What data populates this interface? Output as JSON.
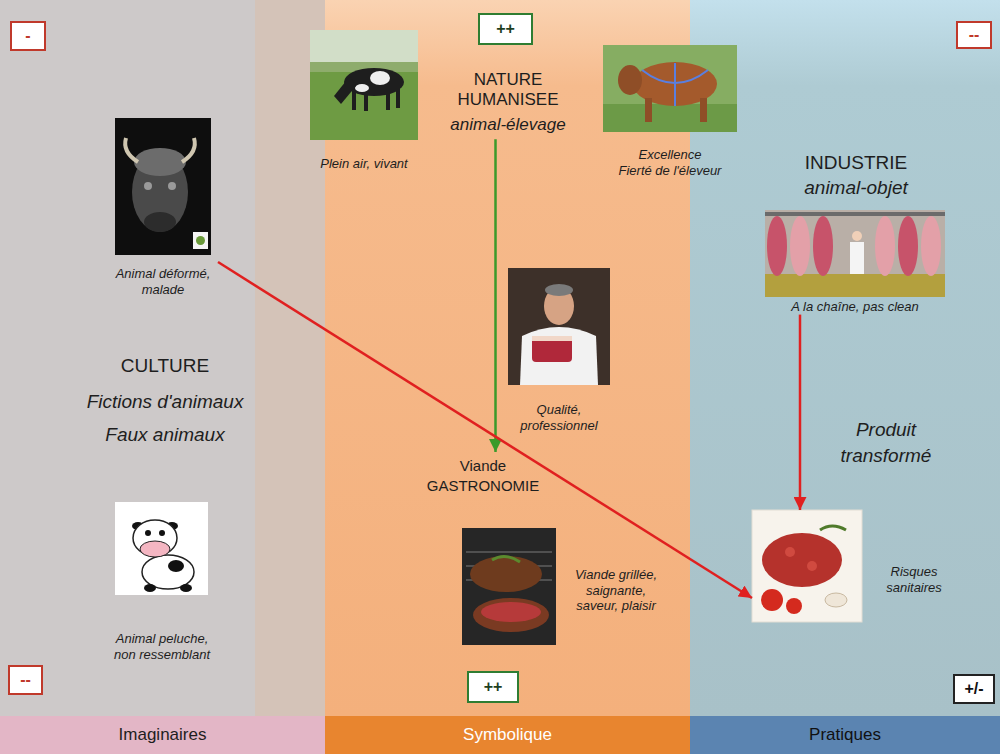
{
  "diagram": {
    "nodes": [
      {
        "text": [
          "-"
        ]
      },
      {
        "text": [
          "++"
        ]
      },
      {
        "text": [
          "--"
        ]
      },
      {
        "text": [
          "Plein air, vivant"
        ]
      },
      {
        "text": [
          "NATURE HUMANISEE",
          "animal-élevage"
        ]
      },
      {
        "text": [
          "Excellence",
          "Fierté de l'éleveur"
        ]
      },
      {
        "text": [
          "Animal déformé, malade"
        ]
      },
      {
        "text": [
          "INDUSTRIE",
          "animal-objet"
        ]
      },
      {
        "text": [
          "A la chaîne, pas clean"
        ]
      },
      {
        "text": [
          "CULTURE",
          "Fictions d'animaux",
          "Faux animaux"
        ]
      },
      {
        "text": [
          "Qualité, professionnel"
        ]
      },
      {
        "text": [
          "Viande GASTRONOMIE"
        ]
      },
      {
        "text": [
          "Viande grillée, saignante, saveur, plaisir"
        ]
      },
      {
        "text": [
          "Risques sanitaires"
        ]
      },
      {
        "text": [
          "Animal peluche, non ressemblant"
        ]
      },
      {
        "text": [
          "--"
        ]
      },
      {
        "text": [
          "++"
        ]
      },
      {
        "text": [
          "+/-"
        ]
      },
      {
        "text": [
          "Imaginaires"
        ]
      },
      {
        "text": [
          "Symbolique"
        ]
      },
      {
        "text": [
          "Pratiques"
        ]
      }
    ],
    "edges": [
      {
        "from": 4,
        "to": 11,
        "arrow": "to"
      },
      {
        "from": 8,
        "to": 13,
        "arrow": "to",
        "label": "Produit transformé"
      },
      {
        "from": 6,
        "to": 13,
        "arrow": "to"
      }
    ]
  }
}
